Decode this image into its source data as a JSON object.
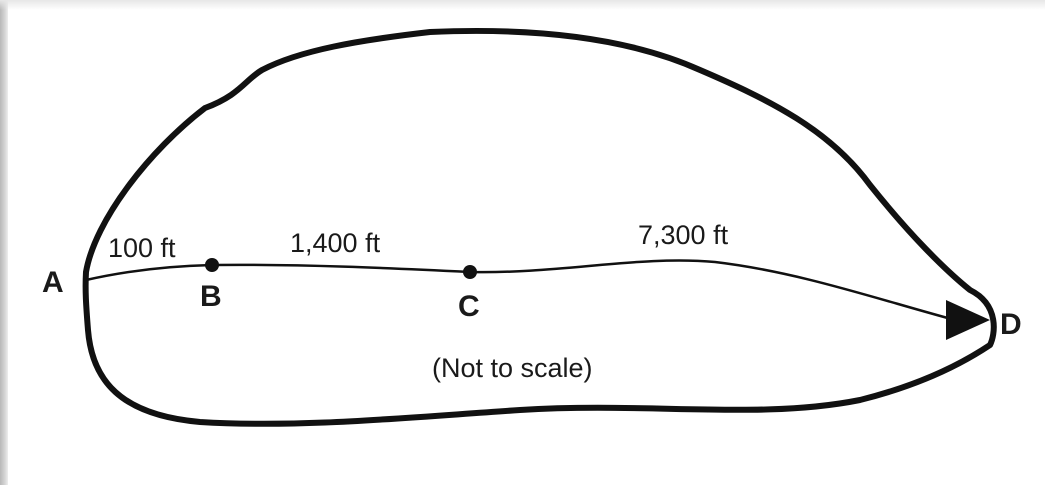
{
  "points": {
    "a": "A",
    "b": "B",
    "c": "C",
    "d": "D"
  },
  "distances": {
    "a_to_b": "100 ft",
    "b_to_c": "1,400 ft",
    "c_to_d": "7,300 ft"
  },
  "note": "(Not to scale)"
}
